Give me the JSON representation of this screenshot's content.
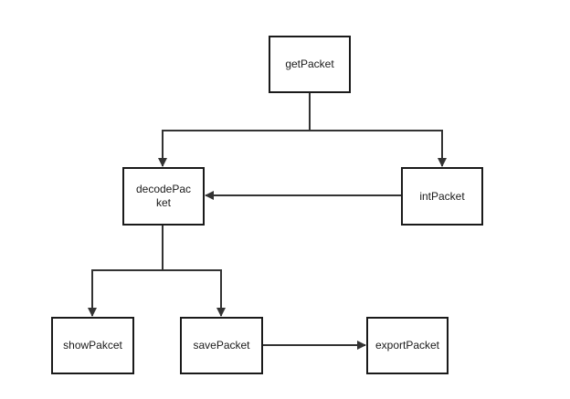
{
  "nodes": {
    "getPacket": "getPacket",
    "decodePacket": "decodePacket",
    "intPacket": "intPacket",
    "showPakcet": "showPakcet",
    "savePacket": "savePacket",
    "exportPacket": "exportPacket"
  },
  "colors": {
    "line": "#333333",
    "border": "#1a1a1a",
    "text": "#1a1a1a"
  }
}
